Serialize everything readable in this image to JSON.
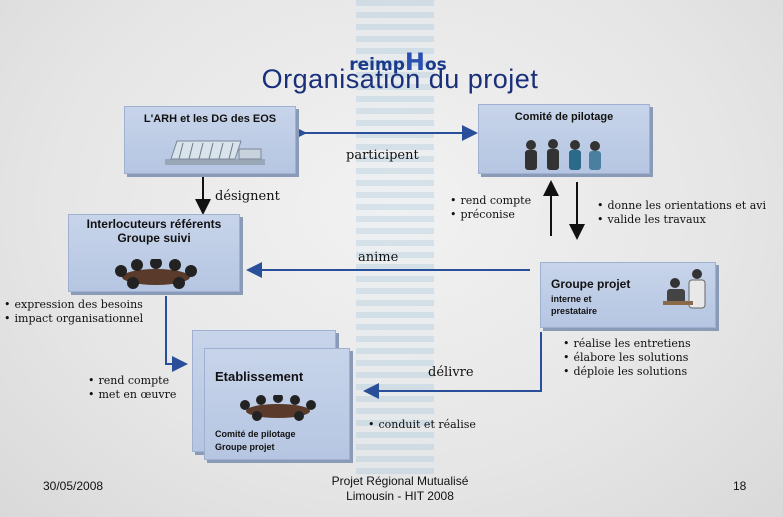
{
  "logo": {
    "pre": "reimp",
    "big": "H",
    "post": "os"
  },
  "title": "Organisation du projet",
  "boxes": {
    "arh": "L'ARH et les DG des EOS",
    "comite": "Comité de pilotage",
    "interlocuteurs_line1": "Interlocuteurs référents",
    "interlocuteurs_line2": "Groupe suivi",
    "groupe_projet_title": "Groupe projet",
    "groupe_projet_sub1": "interne et",
    "groupe_projet_sub2": "prestataire",
    "etablissement_title": "Etablissement",
    "etablissement_sub1": "Comité de pilotage",
    "etablissement_sub2": "Groupe projet"
  },
  "labels": {
    "participent": "participent",
    "designent": "désignent",
    "anime": "anime",
    "delivre": "délivre"
  },
  "bullets": {
    "comite_left": [
      "rend compte",
      "préconise"
    ],
    "comite_right": [
      "donne les orientations et avi",
      "valide les travaux"
    ],
    "interlocuteurs": [
      "expression des besoins",
      "impact organisationnel"
    ],
    "groupe_projet": [
      "réalise les entretiens",
      "élabore les solutions",
      "déploie les solutions"
    ],
    "etablissement_left": [
      "rend compte",
      "met en œuvre"
    ],
    "etablissement_right": [
      "conduit et réalise"
    ]
  },
  "footer": {
    "date": "30/05/2008",
    "center_line1": "Projet Régional Mutualisé",
    "center_line2": "Limousin - HIT 2008",
    "page": "18"
  },
  "colors": {
    "box": "#bccbe6",
    "arrow": "#2a4f9a",
    "title": "#1a2f7a"
  }
}
